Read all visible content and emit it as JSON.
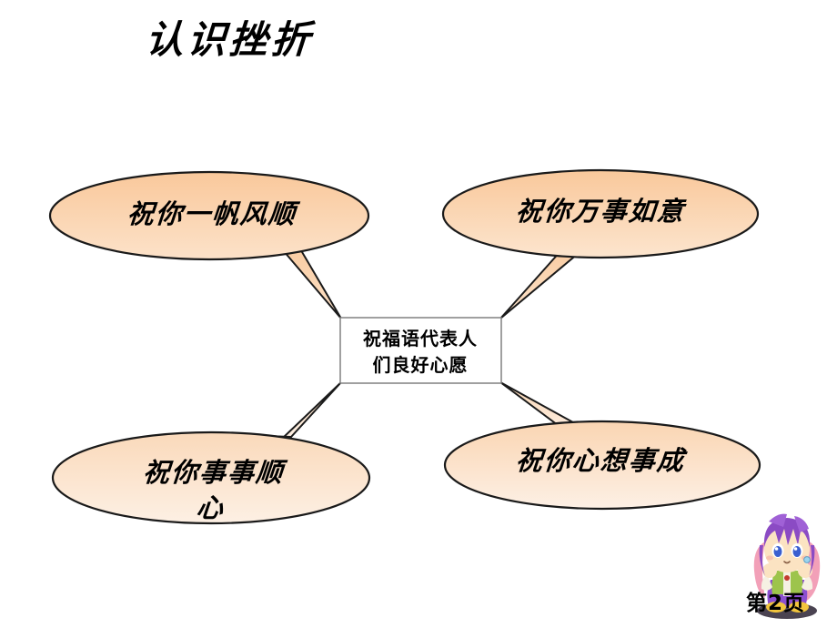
{
  "slide": {
    "title": "认识挫折",
    "background_color": "#FFFFFF",
    "page_label": "第2页"
  },
  "center_node": {
    "text": "祝福语代表人\n们良好心愿",
    "fill_color": "#FFFFFF",
    "border_color": "#808080"
  },
  "callouts": [
    {
      "id": "callout-1",
      "position": "top-left",
      "text": "祝你一帆风顺",
      "fill_start": "#F9C89B",
      "fill_end": "#FBDFC4",
      "outline_color": "#1A1A1A"
    },
    {
      "id": "callout-2",
      "position": "top-right",
      "text": "祝你万事如意",
      "fill_start": "#F9C89B",
      "fill_end": "#FBE2CA",
      "outline_color": "#1A1A1A"
    },
    {
      "id": "callout-3",
      "position": "bottom-left",
      "text": "祝你事事顺\n心",
      "fill_start": "#FAD8B8",
      "fill_end": "#FDEEE0",
      "outline_color": "#1A1A1A"
    },
    {
      "id": "callout-4",
      "position": "bottom-right",
      "text": "祝你心想事成",
      "fill_start": "#FAD5B2",
      "fill_end": "#FDEEE2",
      "outline_color": "#1A1A1A"
    }
  ],
  "mascot": {
    "name": "cartoon-girl-character",
    "hair_color": "#8B4BC4",
    "hair_accent_color": "#F2A0B8",
    "skin_color": "#FBE3C2",
    "vest_color": "#9DC44C",
    "pants_color": "#8C4FD0",
    "shoe_color": "#F2C53D",
    "eye_color": "#3A5FD0"
  }
}
